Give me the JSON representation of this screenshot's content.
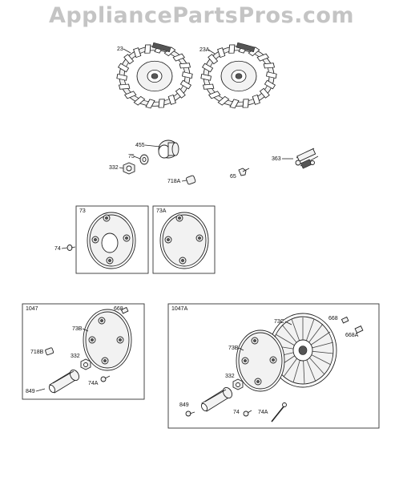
{
  "watermark": "AppliancePartsPros.com",
  "labels": {
    "p23": "23",
    "p23a": "23A",
    "p455": "455",
    "p75": "75",
    "p332a": "332",
    "p718a": "718A",
    "p65": "65",
    "p363": "363",
    "p74": "74",
    "box73": "73",
    "box73a": "73A",
    "box1047": "1047",
    "p668a": "668",
    "p73b_a": "73B",
    "p718b": "718B",
    "p332b": "332",
    "p849a": "849",
    "p74a_a": "74A",
    "box1047a": "1047A",
    "p73c": "73C",
    "p668b": "668",
    "p668A": "668A",
    "p73b_b": "73B",
    "p332c": "332",
    "p849b": "849",
    "p74b": "74",
    "p74a_b": "74A"
  }
}
